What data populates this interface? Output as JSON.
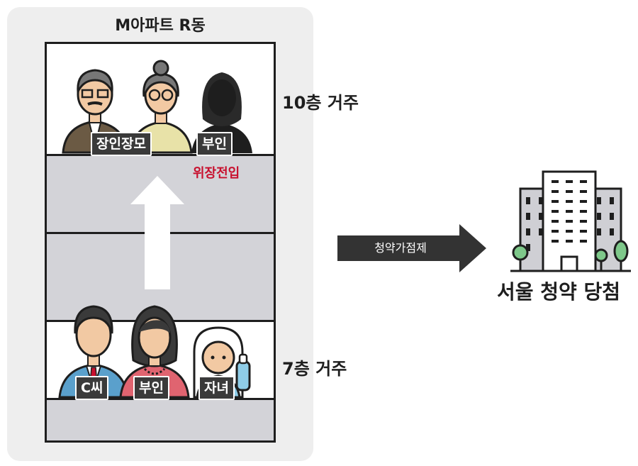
{
  "building": {
    "title": "M아파트 R동",
    "upper_floor_label": "10층 거주",
    "lower_floor_label": "7층 거주",
    "move_note": "위장전입"
  },
  "upper_family": {
    "in_laws_label": "장인장모",
    "wife_label": "부인"
  },
  "lower_family": {
    "husband_label": "C씨",
    "wife_label": "부인",
    "child_label": "자녀"
  },
  "process": {
    "arrow_label": "청약가점제"
  },
  "result": {
    "label": "서울 청약 당첨"
  },
  "colors": {
    "accent_red": "#c8102e",
    "dark": "#1e1e1e",
    "arrow_gray": "#333333"
  }
}
